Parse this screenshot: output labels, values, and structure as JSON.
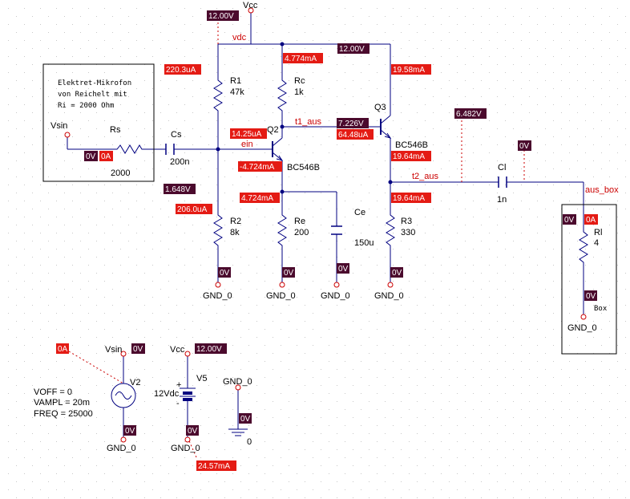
{
  "colors": {
    "wire": "#000080",
    "net_label": "#cc0000",
    "voltage_tag_bg": "#4b0a2d",
    "current_tag_bg": "#e41b14",
    "tag_text": "#ffffff",
    "dotted": "#cc0000",
    "grid_dot": "#c8c8c8"
  },
  "microphone_box": {
    "lines": [
      "Elektret-Mikrofon",
      "von Reichelt mit",
      "Ri = 2000 Ohm"
    ]
  },
  "nets": {
    "vcc": "Vcc",
    "vdc": "vdc",
    "ein": "ein",
    "t1_aus": "t1_aus",
    "t2_aus": "t2_aus",
    "aus_box": "aus_box",
    "vsin": "Vsin",
    "vsin2": "Vsin",
    "vcc2": "Vcc",
    "gnd1": "GND_0",
    "gnd2": "GND_0",
    "gnd3": "GND_0",
    "gnd4": "GND_0",
    "gnd5": "GND_0",
    "gnd6": "GND_0",
    "gnd7": "GND_0",
    "gnd8": "GND_0",
    "gnd_sym_val": "0"
  },
  "components": {
    "rs": {
      "name": "Rs",
      "value": "2000"
    },
    "cs": {
      "name": "Cs",
      "value": "200n"
    },
    "r1": {
      "name": "R1",
      "value": "47k"
    },
    "r2": {
      "name": "R2",
      "value": "8k"
    },
    "rc": {
      "name": "Rc",
      "value": "1k"
    },
    "re": {
      "name": "Re",
      "value": "200"
    },
    "ce": {
      "name": "Ce",
      "value": "150u"
    },
    "r3": {
      "name": "R3",
      "value": "330"
    },
    "cl": {
      "name": "Cl",
      "value": "1n"
    },
    "rl": {
      "name": "Rl",
      "value": "4"
    },
    "q2": {
      "name": "Q2",
      "part": "BC546B"
    },
    "q3": {
      "name": "Q3",
      "part": "BC546B"
    },
    "box_label": "Box",
    "v2": {
      "name": "V2",
      "params": [
        "VOFF = 0",
        "VAMPL = 20m",
        "FREQ = 25000"
      ]
    },
    "v5": {
      "name": "V5",
      "value": "12Vdc"
    }
  },
  "probes": {
    "v_vcc_top": "12.00V",
    "i_r1": "220.3uA",
    "i_rc": "4.774mA",
    "v_vdc": "12.00V",
    "i_q3c": "19.58mA",
    "v_cl": "6.482V",
    "v_mic_0": "0V",
    "i_mic_0": "0A",
    "i_q2b": "14.25uA",
    "v_t1": "7.226V",
    "i_q3b": "64.48uA",
    "i_q3e": "19.64mA",
    "v_cl_right": "0V",
    "i_q2e": "-4.724mA",
    "v_base": "1.648V",
    "i_r2": "206.0uA",
    "i_re": "4.724mA",
    "i_r3": "19.64mA",
    "v_box": "0V",
    "i_box": "0A",
    "v_gnd_r2": "0V",
    "v_gnd_re": "0V",
    "v_gnd_ce": "0V",
    "v_gnd_r3": "0V",
    "v_gnd_rl": "0V",
    "i_v2": "0A",
    "v_vsin": "0V",
    "v_vcc_src": "12.00V",
    "v_v2_gnd": "0V",
    "v_v5_gnd": "0V",
    "v_gnd_sym": "0V",
    "i_v5": "24.57mA"
  }
}
